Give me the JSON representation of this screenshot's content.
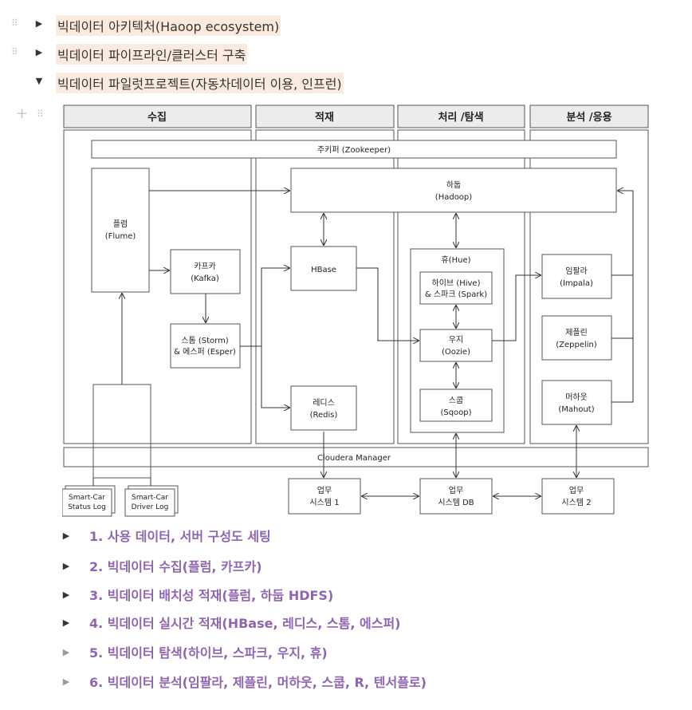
{
  "toggles": [
    {
      "label": "빅데이터 아키텍처(Haoop ecosystem)",
      "state": "collapsed"
    },
    {
      "label": "빅데이터 파이프라인/클러스터  구축",
      "state": "collapsed"
    },
    {
      "label": "빅데이터 파일럿프로젝트(자동차데이터 이용, 인프런)",
      "state": "expanded"
    }
  ],
  "icons": {
    "collapsed": "▶",
    "expanded": "▼",
    "drag": "⠿",
    "add": "+"
  },
  "diagram": {
    "headers": [
      "수집",
      "적재",
      "처리 /탐색",
      "분석 /응용"
    ],
    "zookeeper": "주키퍼 (Zookeeper)",
    "hadoop": [
      "하둡",
      "(Hadoop)"
    ],
    "flume": [
      "플럼",
      "(Flume)"
    ],
    "kafka": [
      "카프카",
      "(Kafka)"
    ],
    "storm": [
      "스톰 (Storm)",
      "& 에스퍼 (Esper)"
    ],
    "hbase": "HBase",
    "redis": [
      "레디스",
      "(Redis)"
    ],
    "hue": "휴(Hue)",
    "hive": [
      "하이브 (Hive)",
      "& 스파크 (Spark)"
    ],
    "oozie": [
      "우지",
      "(Oozie)"
    ],
    "sqoop": [
      "스쿱",
      "(Sqoop)"
    ],
    "impala": [
      "임팔라",
      "(Impala)"
    ],
    "zeppelin": [
      "제플린",
      "(Zeppelin)"
    ],
    "mahout": [
      "머하웃",
      "(Mahout)"
    ],
    "cloudera": "Cloudera Manager",
    "status_log": [
      "Smart-Car",
      "Status Log"
    ],
    "driver_log": [
      "Smart-Car",
      "Driver Log"
    ],
    "sys1": [
      "업무",
      "시스템 1"
    ],
    "sysdb": [
      "업무",
      "시스템 DB"
    ],
    "sys2": [
      "업무",
      "시스템 2"
    ]
  },
  "subitems": [
    {
      "label": "1. 사용 데이터, 서버 구성도 세팅",
      "faded": false
    },
    {
      "label": "2. 빅데이터 수집(플럼, 카프카)",
      "faded": false
    },
    {
      "label": "3. 빅데이터 배치성 적재(플럼, 하둡 HDFS)",
      "faded": false
    },
    {
      "label": "4. 빅데이터 실시간 적재(HBase, 레디스, 스톰, 에스퍼)",
      "faded": false
    },
    {
      "label": "5. 빅데이터 탐색(하이브, 스파크, 우지, 휴)",
      "faded": true
    },
    {
      "label": "6. 빅데이터 분석(임팔라, 제플린, 머하웃, 스쿱, R, 텐서플로)",
      "faded": true
    }
  ]
}
